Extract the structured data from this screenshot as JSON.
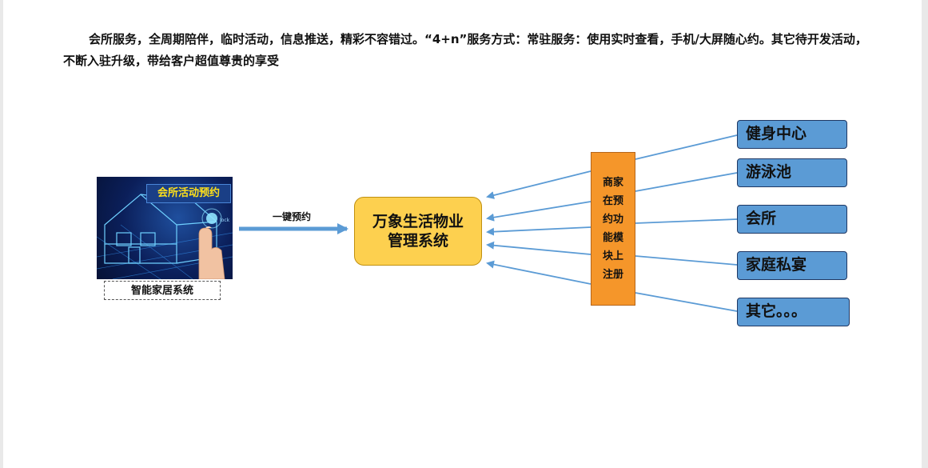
{
  "intro_text": "会所服务，全周期陪伴，临时活动，信息推送，精彩不容错过。“4+n”服务方式：常驻服务：使用实时查看，手机/大屏随心约。其它待开发活动，不断入驻升级，带给客户超值尊贵的享受",
  "smart_home": {
    "banner": "会所活动预约",
    "lock_text": "lock",
    "caption": "智能家居系统"
  },
  "arrow_label": "一键预约",
  "central_system": "万象生活物业管理系统",
  "merchant_box": "商家在预约功能模块上注册",
  "services": [
    "健身中心",
    "游泳池",
    "会所",
    "家庭私宴",
    "其它。。。"
  ],
  "colors": {
    "central_fill": "#fdd04f",
    "merchant_fill": "#f5962a",
    "service_fill": "#5b9bd5",
    "arrow": "#5b9bd5",
    "banner_text": "#ffe11a"
  }
}
